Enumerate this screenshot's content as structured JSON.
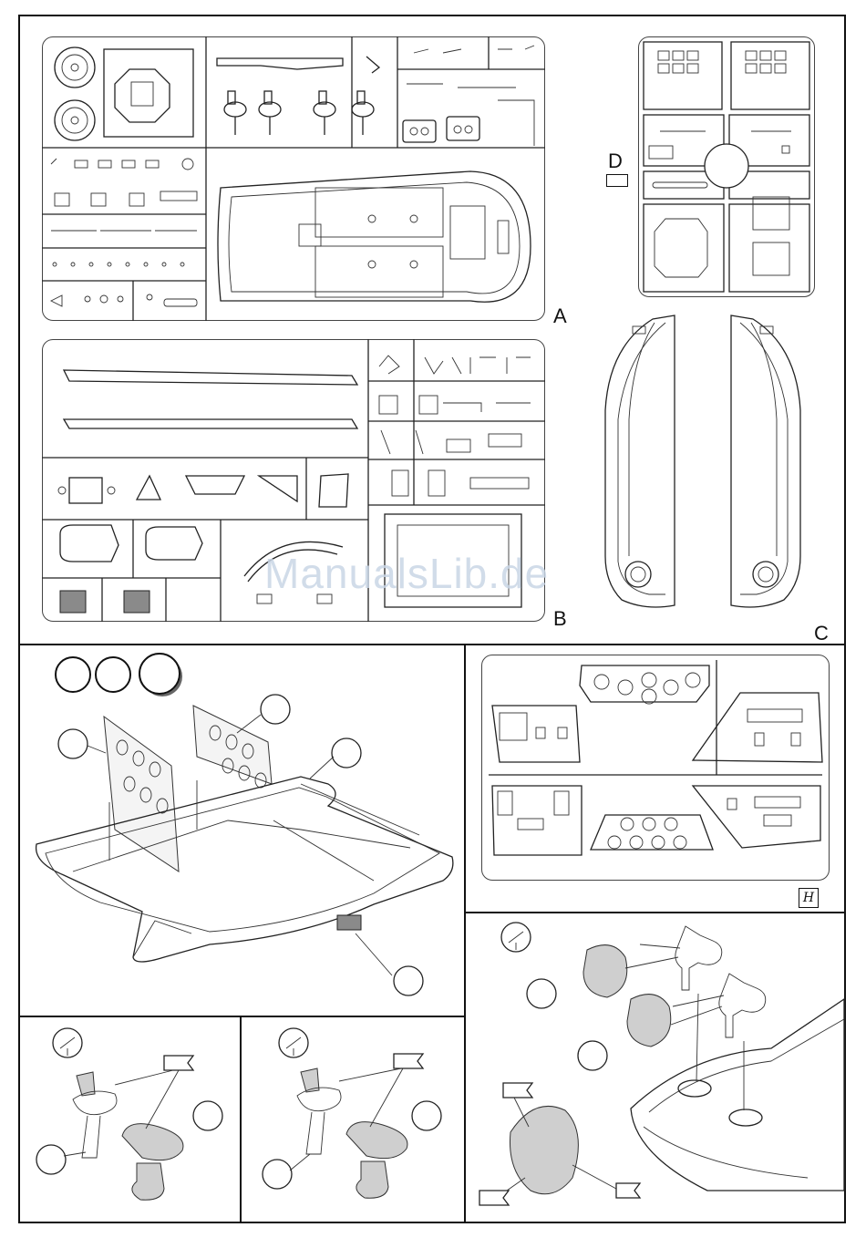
{
  "sprue_labels": {
    "a": "A",
    "b": "B",
    "c": "C",
    "d": "D"
  },
  "watermark": "ManualsLib.de",
  "logo_text": "H",
  "icons": [
    "glue-icon",
    "paint-brush-icon",
    "clock-icon"
  ]
}
